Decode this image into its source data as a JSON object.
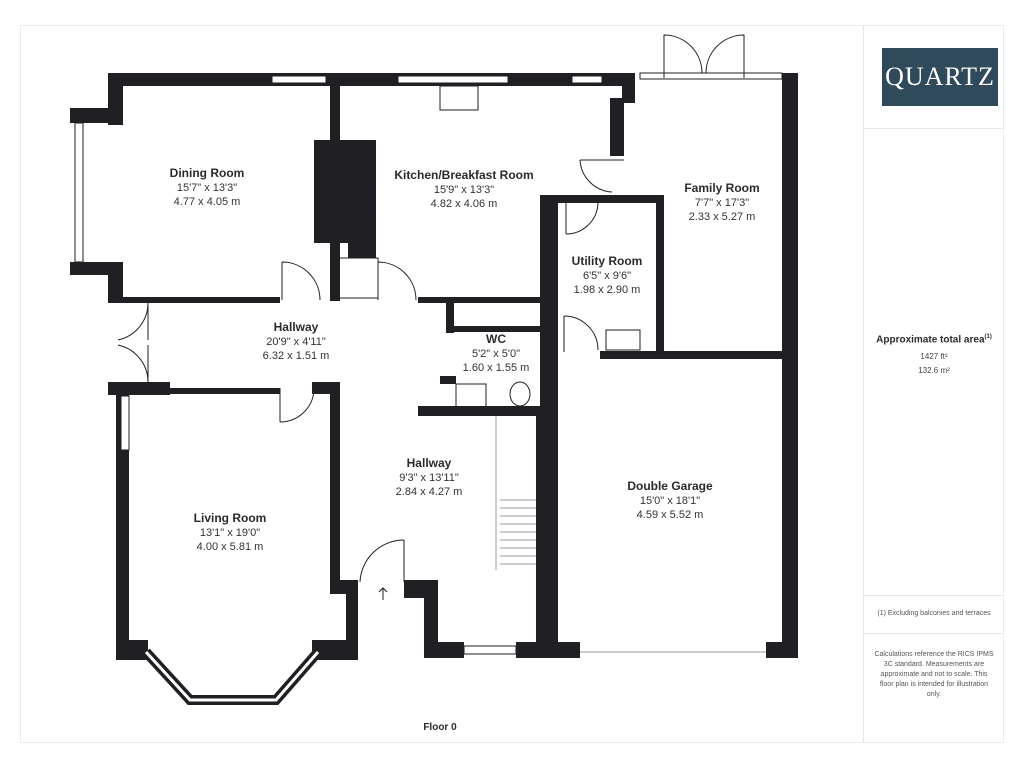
{
  "brand": {
    "logo_text": "QUARTZ",
    "logo_bg": "#2f4a5a"
  },
  "colors": {
    "wall": "#1f1f24",
    "window": "#ffffff",
    "fixture": "#9a9a9a"
  },
  "rooms": [
    {
      "name": "Dining Room",
      "imperial": "15'7\" x 13'3\"",
      "metric": "4.77 x 4.05 m"
    },
    {
      "name": "Kitchen/Breakfast Room",
      "imperial": "15'9\" x 13'3\"",
      "metric": "4.82 x 4.06 m"
    },
    {
      "name": "Family Room",
      "imperial": "7'7\" x 17'3\"",
      "metric": "2.33 x 5.27 m"
    },
    {
      "name": "Utility Room",
      "imperial": "6'5\" x 9'6\"",
      "metric": "1.98 x 2.90 m"
    },
    {
      "name": "Hallway",
      "imperial": "20'9\" x 4'11\"",
      "metric": "6.32 x 1.51 m"
    },
    {
      "name": "WC",
      "imperial": "5'2\" x 5'0\"",
      "metric": "1.60 x 1.55 m"
    },
    {
      "name": "Hallway",
      "imperial": "9'3\" x 13'11\"",
      "metric": "2.84 x 4.27 m"
    },
    {
      "name": "Living Room",
      "imperial": "13'1\" x 19'0\"",
      "metric": "4.00 x 5.81 m"
    },
    {
      "name": "Double Garage",
      "imperial": "15'0\" x 18'1\"",
      "metric": "4.59 x 5.52 m"
    }
  ],
  "floor_label": "Floor 0",
  "area": {
    "title": "Approximate total area",
    "title_sup": "(1)",
    "sqft": "1427 ft²",
    "sqm": "132.6 m²"
  },
  "footnote": "(1) Excluding balconies and terraces",
  "disclaimer": "Calculations reference the RICS IPMS 3C standard. Measurements are approximate and not to scale. This floor plan is intended for illustration only."
}
